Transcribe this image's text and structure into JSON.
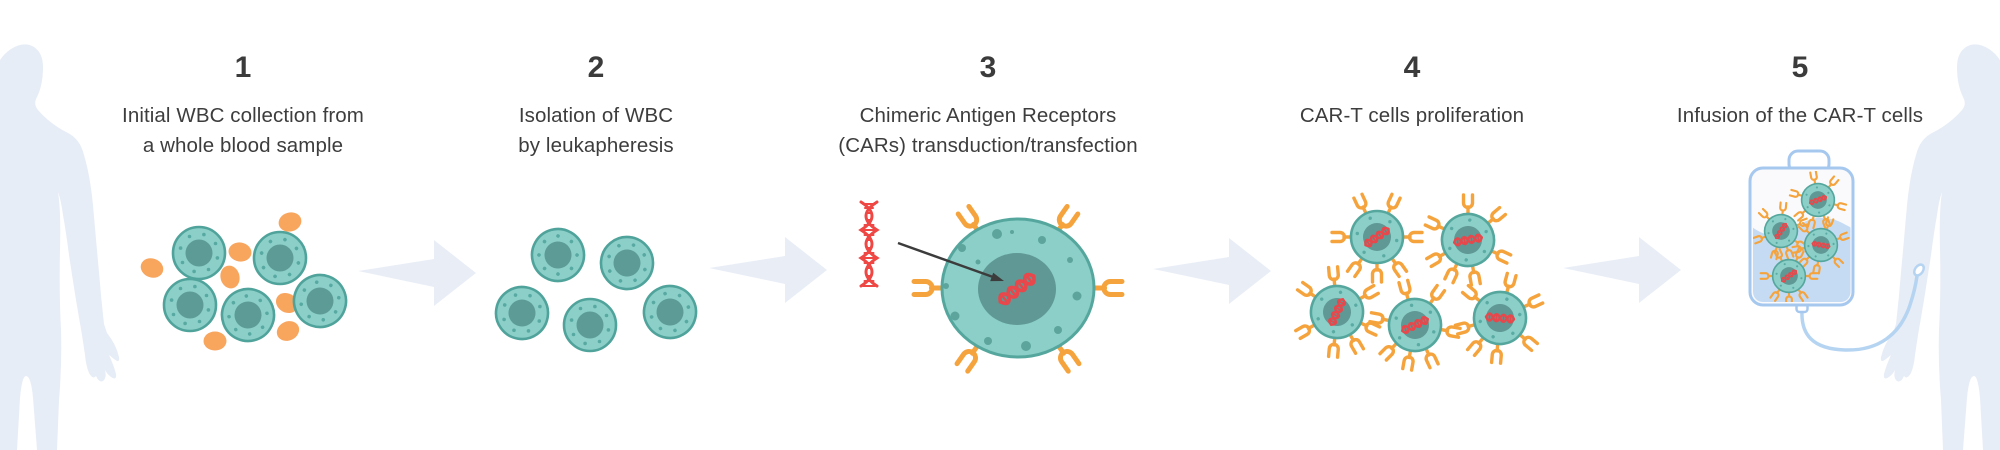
{
  "steps": [
    {
      "number": "1",
      "line1": "Initial WBC collection from",
      "line2": "a whole blood sample"
    },
    {
      "number": "2",
      "line1": "Isolation of WBC",
      "line2": "by leukapheresis"
    },
    {
      "number": "3",
      "line1": "Chimeric Antigen Receptors",
      "line2": "(CARs) transduction/transfection"
    },
    {
      "number": "4",
      "line1": "CAR-T cells proliferation",
      "line2": ""
    },
    {
      "number": "5",
      "line1": "Infusion of the CAR-T cells",
      "line2": ""
    }
  ],
  "icons": {
    "left_figure": "patient-silhouette",
    "right_figure": "patient-silhouette",
    "flow_arrow": "right-arrow",
    "step1": [
      "wbc-cell",
      "platelet"
    ],
    "step2": [
      "wbc-cell"
    ],
    "step3": [
      "dna-helix",
      "transfection-arrow",
      "car-t-cell-large"
    ],
    "step4": [
      "car-t-cell"
    ],
    "step5": [
      "infusion-bag",
      "infusion-tube",
      "car-t-cell"
    ]
  },
  "colors": {
    "background": "#ffffff",
    "text": "#3b3b3b",
    "silhouette": "#e7edf6",
    "flow_arrow": "#e9eef6",
    "cell_body": "#8bcfc8",
    "cell_outline": "#4fa39b",
    "cell_nucleus": "#5d9b96",
    "platelet_orange": "#f8a55e",
    "receptor_orange": "#f5a33c",
    "dna_red": "#ee4744",
    "transfection_arrow_black": "#3c3c3c",
    "bag_outline": "#a6c8ef",
    "bag_liquid": "#c5dbf4",
    "tube_blue": "#b5d4f2"
  }
}
